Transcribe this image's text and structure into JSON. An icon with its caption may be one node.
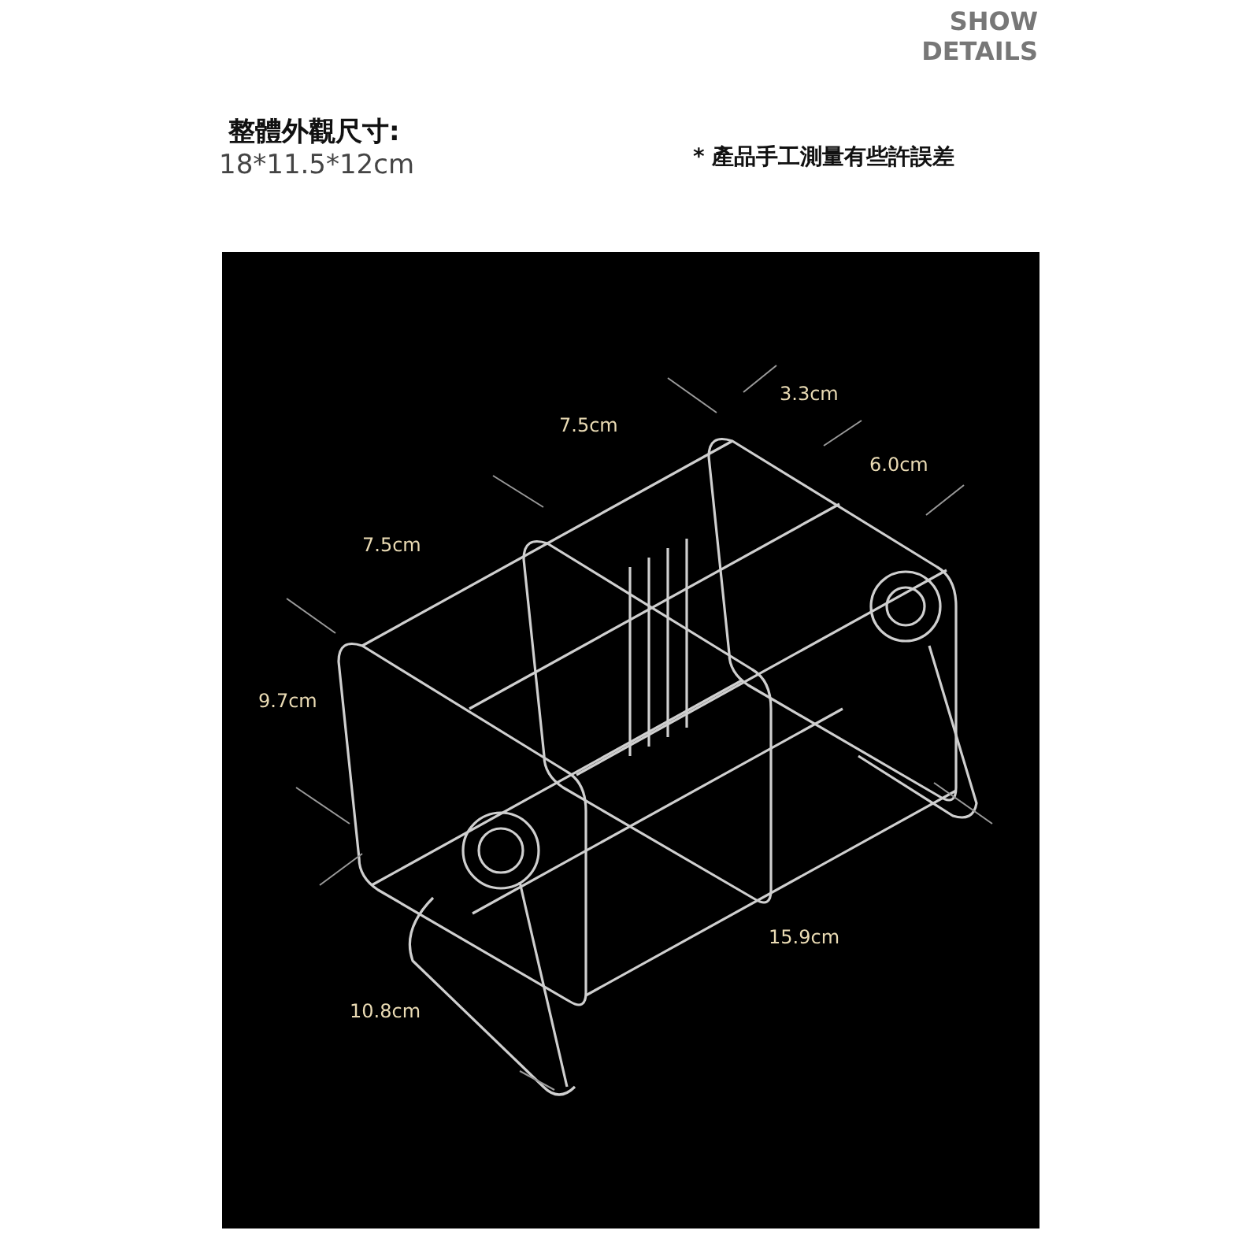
{
  "diagram": {
    "title": "整體外觀尺寸:",
    "labels": [
      "SHOW DETAILS",
      "18*11.5*12cm",
      "* 產品手工測量有些許誤差",
      "3.3cm",
      "7.5cm",
      "6.0cm",
      "7.5cm",
      "9.7cm",
      "15.9cm",
      "10.8cm"
    ]
  }
}
